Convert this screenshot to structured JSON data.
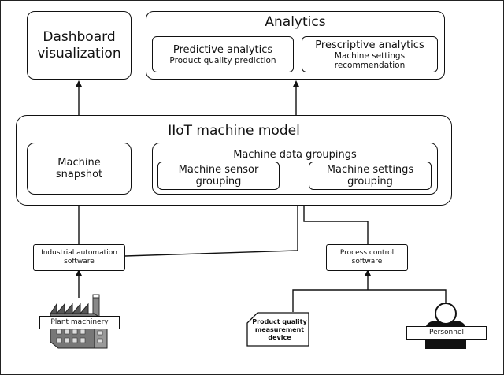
{
  "dashboard": {
    "line1": "Dashboard",
    "line2": "visualization"
  },
  "analytics": {
    "title": "Analytics",
    "predictive": {
      "title": "Predictive analytics",
      "subtitle": "Product quality prediction"
    },
    "prescriptive": {
      "title": "Prescriptive analytics",
      "sub1": "Machine settings",
      "sub2": "recommendation"
    }
  },
  "iiot": {
    "title": "IIoT machine model",
    "snapshot": {
      "line1": "Machine",
      "line2": "snapshot"
    },
    "groupings": {
      "title": "Machine data groupings",
      "sensor": {
        "line1": "Machine sensor",
        "line2": "grouping"
      },
      "settings": {
        "line1": "Machine settings",
        "line2": "grouping"
      }
    }
  },
  "automation": {
    "line1": "Industrial automation",
    "line2": "software"
  },
  "process_control": {
    "line1": "Process control",
    "line2": "software"
  },
  "plant": {
    "label": "Plant machinery",
    "icon": "factory-icon"
  },
  "measurement": {
    "line1": "Product quality",
    "line2": "measurement",
    "line3": "device"
  },
  "personnel": {
    "label": "Personnel",
    "icon": "person-icon"
  }
}
